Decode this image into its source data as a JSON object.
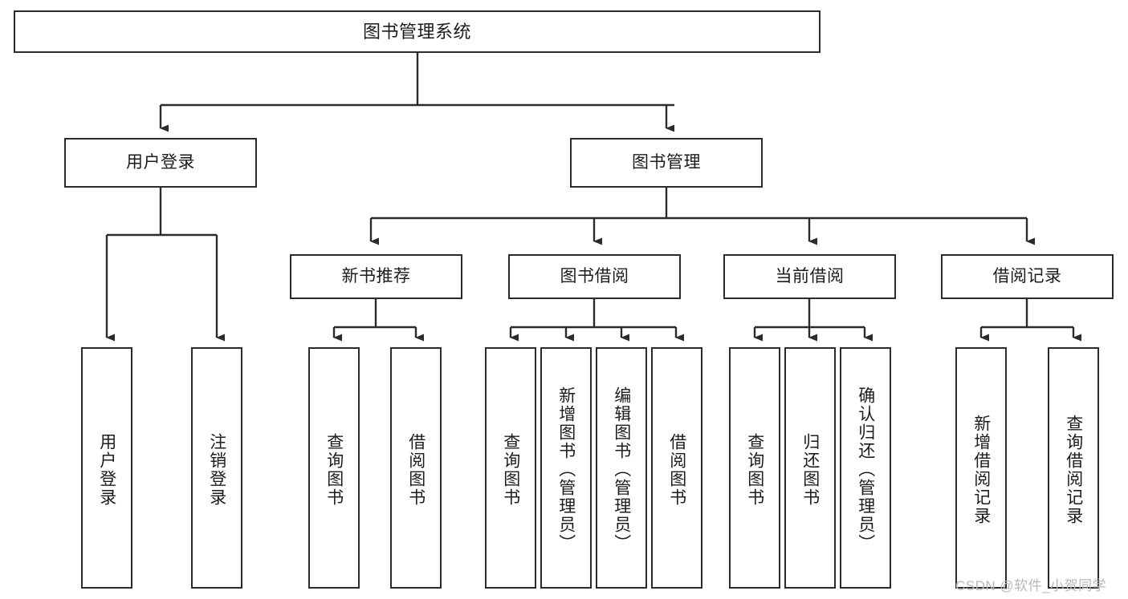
{
  "diagram": {
    "type": "tree",
    "title": "图书管理系统",
    "colors": {
      "background": "#ffffff",
      "box_border": "#2b2b2b",
      "box_fill": "#ffffff",
      "connector": "#2b2b2b",
      "text": "#1c1c1c",
      "watermark": "#b9b9b9"
    },
    "root": {
      "label": "图书管理系统"
    },
    "level2": [
      {
        "label": "用户登录"
      },
      {
        "label": "图书管理"
      }
    ],
    "level3": [
      {
        "label": "新书推荐"
      },
      {
        "label": "图书借阅"
      },
      {
        "label": "当前借阅"
      },
      {
        "label": "借阅记录"
      }
    ],
    "leaves": {
      "user_login": [
        {
          "label": "用户登录"
        },
        {
          "label": "注销登录"
        }
      ],
      "new_book": [
        {
          "label": "查询图书"
        },
        {
          "label": "借阅图书"
        }
      ],
      "book_borrow": [
        {
          "label": "查询图书"
        },
        {
          "label": "新增图书（管理员）"
        },
        {
          "label": "编辑图书（管理员）"
        },
        {
          "label": "借阅图书"
        }
      ],
      "current_borrow": [
        {
          "label": "查询图书"
        },
        {
          "label": "归还图书"
        },
        {
          "label": "确认归还（管理员）"
        }
      ],
      "borrow_record": [
        {
          "label": "新增借阅记录"
        },
        {
          "label": "查询借阅记录"
        }
      ]
    }
  },
  "watermark": {
    "text": "CSDN @软件_小贺同学"
  }
}
